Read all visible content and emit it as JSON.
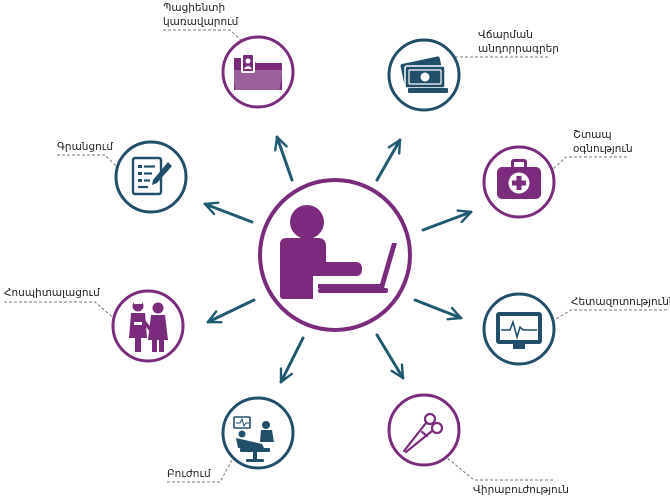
{
  "colors": {
    "purple": "#7b2a7e",
    "teal": "#1f4f6b",
    "arrow": "#1f5a73",
    "dash": "#7a7a7a"
  },
  "center": {
    "icon": "person-at-laptop-icon"
  },
  "nodes": [
    {
      "id": "patient-management",
      "label_lines": [
        "Պացիենտի",
        "կառավարում"
      ],
      "icon": "patient-file-folder-icon",
      "color": "purple"
    },
    {
      "id": "payments",
      "label_lines": [
        "Վճարման",
        "անդորրագրեր"
      ],
      "icon": "money-banknotes-icon",
      "color": "teal"
    },
    {
      "id": "emergency",
      "label_lines": [
        "Շտապ",
        "օգնություն"
      ],
      "icon": "first-aid-kit-icon",
      "color": "purple"
    },
    {
      "id": "research",
      "label_lines": [
        "Հետազոտություններ"
      ],
      "icon": "heart-monitor-icon",
      "color": "teal"
    },
    {
      "id": "surgery",
      "label_lines": [
        "Վիրաբուժություն"
      ],
      "icon": "surgical-scissors-icon",
      "color": "purple"
    },
    {
      "id": "treatment",
      "label_lines": [
        "Բուժում"
      ],
      "icon": "patient-in-treatment-chair-icon",
      "color": "teal"
    },
    {
      "id": "hospitalization",
      "label_lines": [
        "Հոսպիտալացում"
      ],
      "icon": "injured-patients-icon",
      "color": "purple"
    },
    {
      "id": "registration",
      "label_lines": [
        "Գրանցում"
      ],
      "icon": "registration-form-icon",
      "color": "teal"
    }
  ]
}
